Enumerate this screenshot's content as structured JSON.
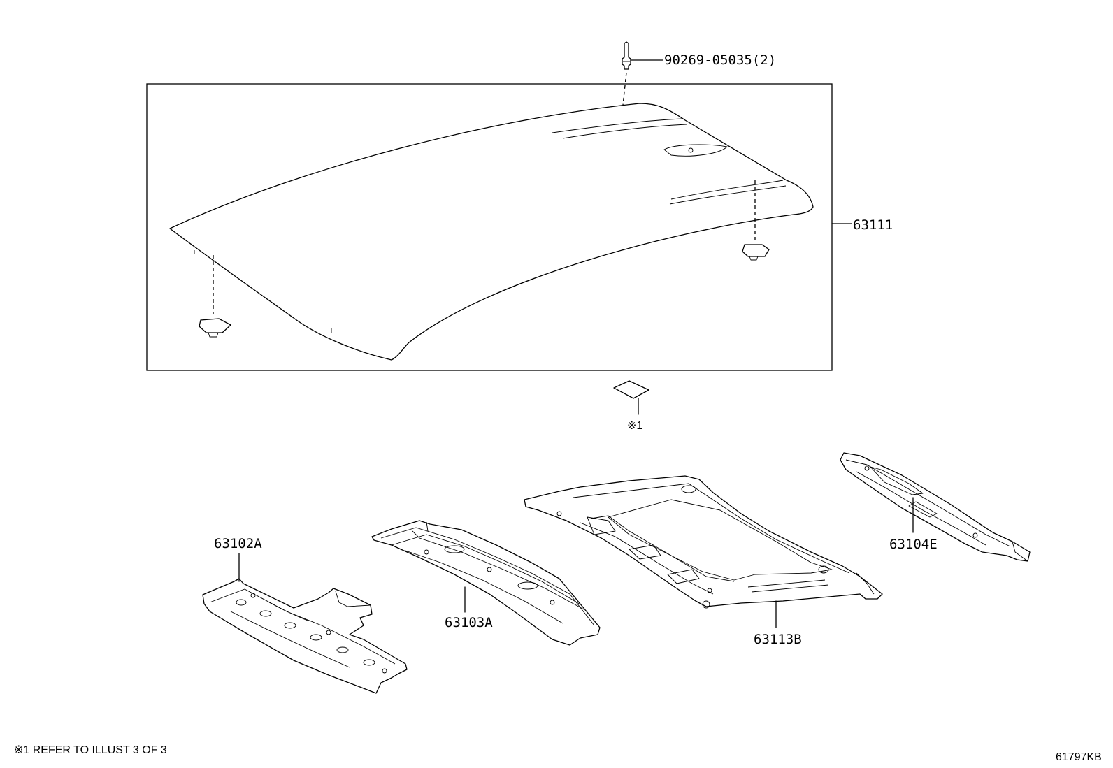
{
  "labels": {
    "bolt": "90269-05035(2)",
    "roof_panel": "63111",
    "ref_mark": "※1",
    "front_header": "63102A",
    "roof_bow": "63103A",
    "roof_frame": "63113B",
    "rear_header": "63104E"
  },
  "footer": {
    "note": "※1 REFER TO ILLUST 3 OF 3",
    "drawing_code": "61797KB"
  }
}
